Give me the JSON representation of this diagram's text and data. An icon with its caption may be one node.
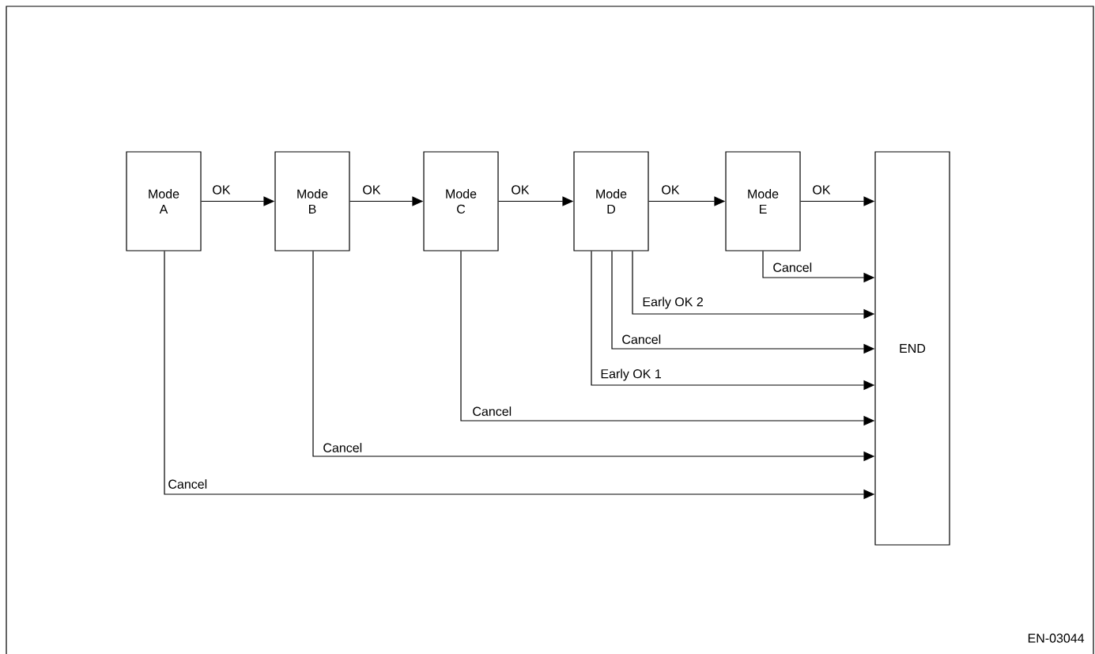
{
  "diagram": {
    "nodes": [
      {
        "text": [
          "Mode A"
        ]
      },
      {
        "text": [
          "Mode B"
        ]
      },
      {
        "text": [
          "Mode C"
        ]
      },
      {
        "text": [
          "Mode D"
        ]
      },
      {
        "text": [
          "Mode E"
        ]
      },
      {
        "text": [
          "END"
        ]
      }
    ],
    "edges": [
      {
        "from": 0,
        "to": 1,
        "arrow": "to",
        "label": "OK"
      },
      {
        "from": 1,
        "to": 2,
        "arrow": "to",
        "label": "OK"
      },
      {
        "from": 2,
        "to": 3,
        "arrow": "to",
        "label": "OK"
      },
      {
        "from": 3,
        "to": 4,
        "arrow": "to",
        "label": "OK"
      },
      {
        "from": 4,
        "to": 5,
        "arrow": "to",
        "label": "OK"
      },
      {
        "from": 4,
        "to": 5,
        "arrow": "to",
        "label": "Cancel"
      },
      {
        "from": 3,
        "to": 5,
        "arrow": "to",
        "label": "Early OK 2"
      },
      {
        "from": 3,
        "to": 5,
        "arrow": "to",
        "label": "Cancel"
      },
      {
        "from": 3,
        "to": 5,
        "arrow": "to",
        "label": "Early OK 1"
      },
      {
        "from": 2,
        "to": 5,
        "arrow": "to",
        "label": "Cancel"
      },
      {
        "from": 1,
        "to": 5,
        "arrow": "to",
        "label": "Cancel"
      },
      {
        "from": 0,
        "to": 5,
        "arrow": "to",
        "label": "Cancel"
      }
    ],
    "labels": [
      "EN-03044"
    ]
  }
}
